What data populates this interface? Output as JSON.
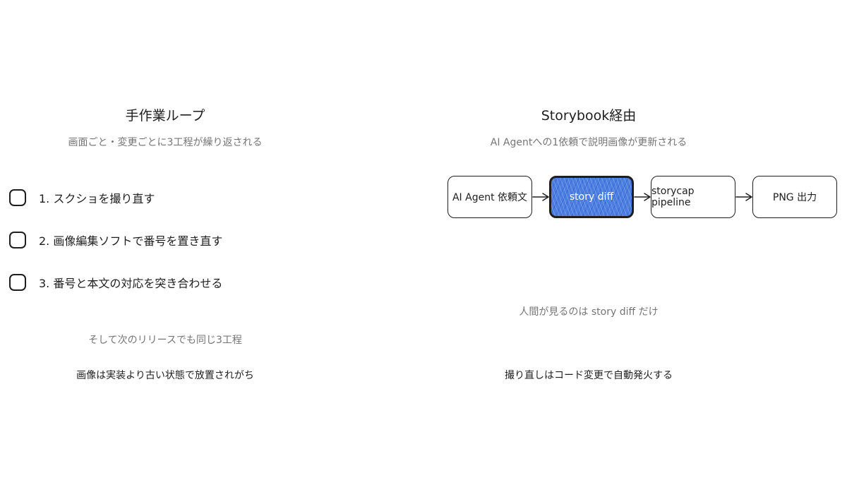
{
  "left": {
    "title": "手作業ループ",
    "subtitle": "画面ごと・変更ごとに3工程が繰り返される",
    "steps": [
      "1. スクショを撮り直す",
      "2. 画像編集ソフトで番号を置き直す",
      "3. 番号と本文の対応を突き合わせる"
    ],
    "note": "そして次のリリースでも同じ3工程",
    "conclusion": "画像は実装より古い状態で放置されがち"
  },
  "right": {
    "title": "Storybook経由",
    "subtitle": "AI Agentへの1依頼で説明画像が更新される",
    "flow": [
      {
        "label": "AI Agent 依頼文",
        "highlight": false
      },
      {
        "label": "story diff",
        "highlight": true
      },
      {
        "label": "storycap pipeline",
        "highlight": false
      },
      {
        "label": "PNG 出力",
        "highlight": false
      }
    ],
    "note": "人間が見るのは story diff だけ",
    "conclusion": "撮り直しはコード変更で自動発火する"
  },
  "colors": {
    "highlight_fill": "#4a7ee0",
    "stroke": "#1e1e1e",
    "muted_text": "#757575"
  }
}
